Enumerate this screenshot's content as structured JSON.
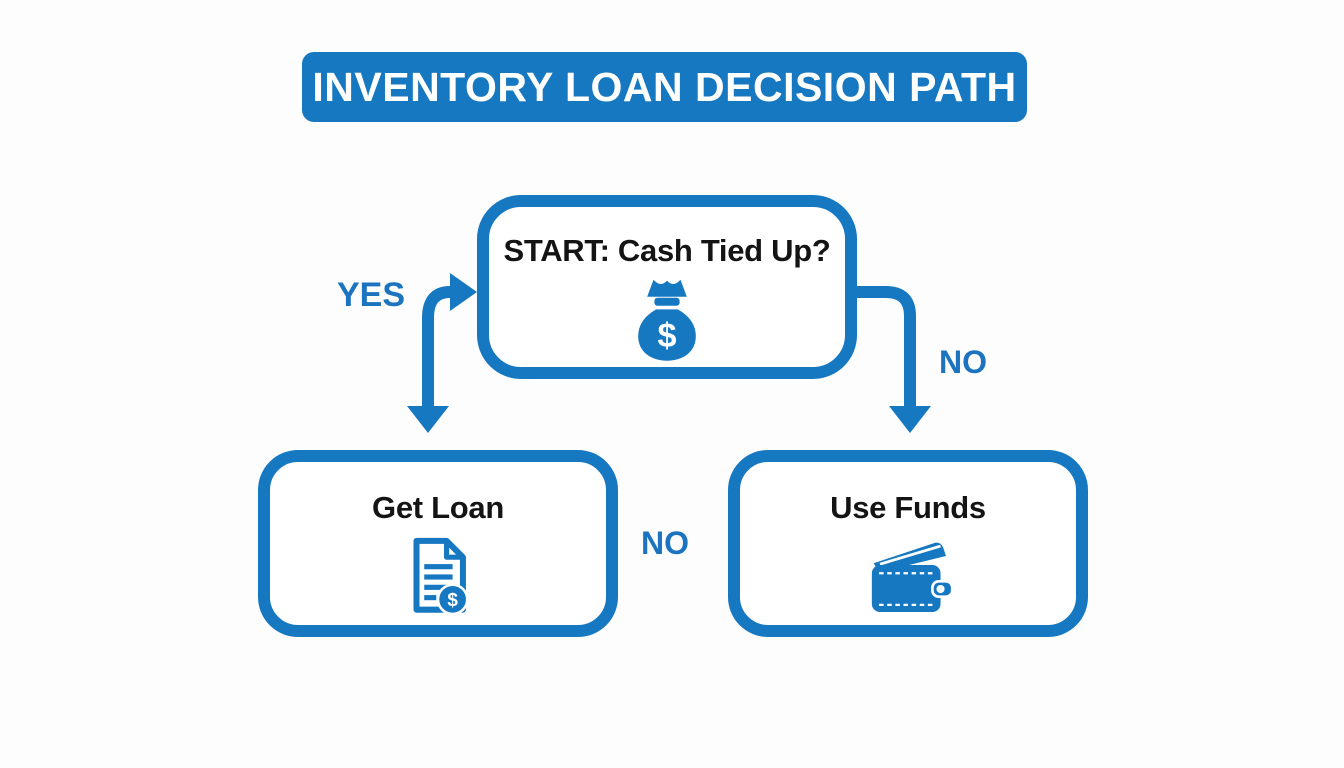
{
  "diagram": {
    "title": "INVENTORY LOAN DECISION PATH",
    "nodes": {
      "start": {
        "label": "START: Cash Tied Up?",
        "icon": "money-bag-icon"
      },
      "get_loan": {
        "label": "Get Loan",
        "icon": "loan-document-icon"
      },
      "use_funds": {
        "label": "Use Funds",
        "icon": "wallet-icon"
      }
    },
    "edges": {
      "yes_label": "YES",
      "no_label": "NO",
      "no_middle_label": "NO"
    },
    "icons": {
      "currency_symbol": "$"
    },
    "colors": {
      "primary_blue": "#1778C2",
      "label_blue": "#1B74BD",
      "node_text": "#141414",
      "title_text": "#FFFFFF",
      "background": "#FDFDFE"
    }
  }
}
